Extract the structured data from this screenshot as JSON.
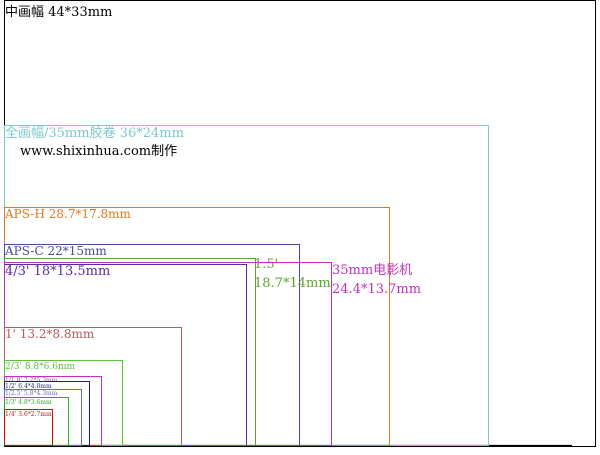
{
  "diagram": {
    "title": "中画幅 44*33mm",
    "credit": "www.shixinhua.com制作",
    "sensors": [
      {
        "label": "全画幅/35mm胶卷 36*24mm",
        "color": "#79c9cf"
      },
      {
        "label": "APS-H 28.7*17.8mm",
        "color": "#e07b1d"
      },
      {
        "label": "APS-C 22*15mm",
        "color": "#4a4aa0"
      },
      {
        "label": "4/3' 18*13.5mm",
        "color": "#5a2aa8"
      },
      {
        "label": "1.5'",
        "label2": "18.7*14mm",
        "color": "#5ba72e"
      },
      {
        "label": "35mm电影机",
        "label2": "24.4*13.7mm",
        "color": "#c42fbf"
      },
      {
        "label": "1' 13.2*8.8mm",
        "color": "#b85a5a"
      },
      {
        "label": "2/3' 8.8*6.6mm",
        "color": "#58c43a"
      },
      {
        "label": "1/1.8' 7.2*5.3mm",
        "color": "#c42fbf"
      },
      {
        "label": "1/2' 6.4*4.8mm",
        "color": "#1a1aa0"
      },
      {
        "label": "1/2.5' 5.8*4.3mm",
        "color": "#6a6ab8"
      },
      {
        "label": "1/3' 4.8*3.6mm",
        "color": "#2aaa2a"
      },
      {
        "label": "1/4' 3.6*2.7mm",
        "color": "#d01010"
      }
    ]
  }
}
